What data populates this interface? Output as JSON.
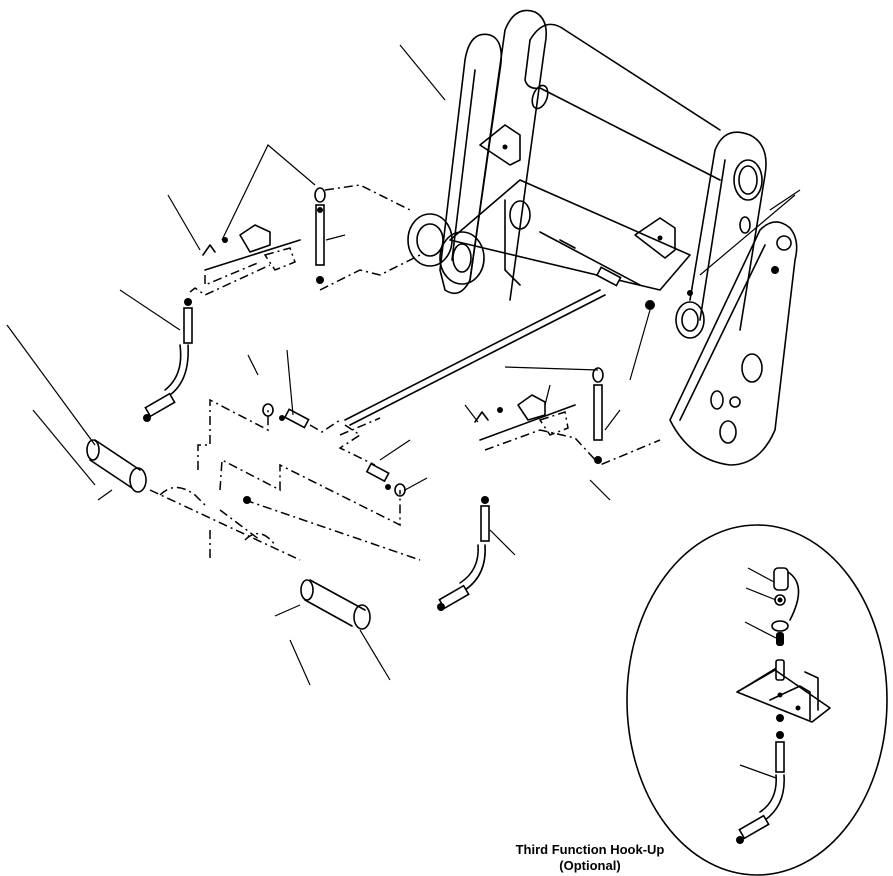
{
  "diagram": {
    "type": "exploded-parts-illustration",
    "colors": {
      "line": "#000000",
      "background": "#ffffff"
    },
    "components": [
      {
        "id": "quick-coupler-frame",
        "label": ""
      },
      {
        "id": "hydraulic-hose-left",
        "label": ""
      },
      {
        "id": "hydraulic-hose-center",
        "label": ""
      },
      {
        "id": "hydraulic-tube",
        "label": ""
      },
      {
        "id": "coupler-sleeve-left",
        "label": ""
      },
      {
        "id": "coupler-sleeve-right",
        "label": ""
      },
      {
        "id": "bracket-left",
        "label": ""
      },
      {
        "id": "bracket-right",
        "label": ""
      },
      {
        "id": "detail-inset",
        "label": ""
      }
    ],
    "inset": {
      "caption_line1": "Third Function Hook-Up",
      "caption_line2": "(Optional)"
    }
  }
}
